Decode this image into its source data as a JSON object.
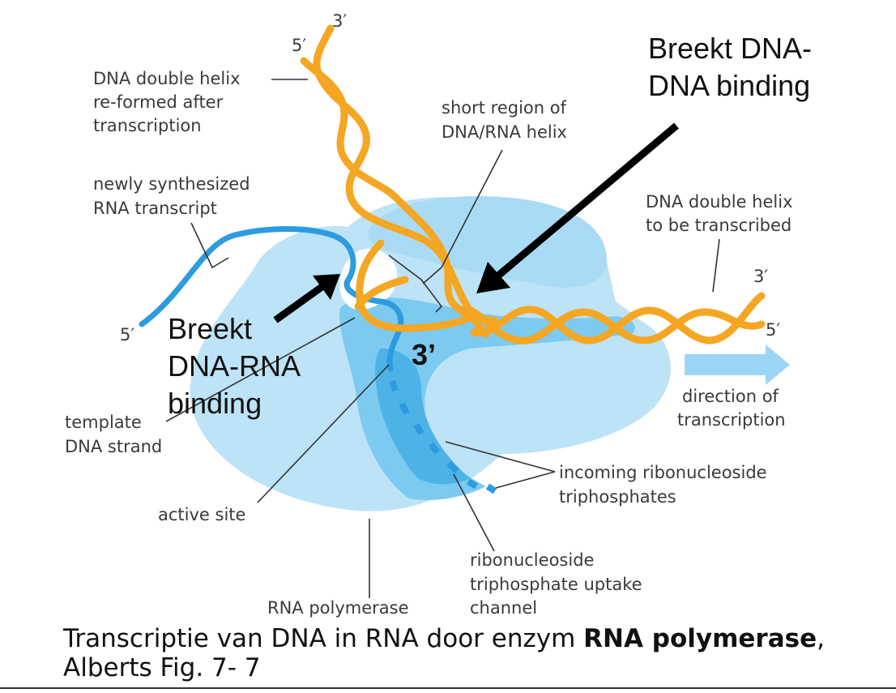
{
  "labels": {
    "dna_reformed": [
      "DNA double helix",
      "re-formed after",
      "transcription"
    ],
    "new_rna": [
      "newly synthesized",
      "RNA transcript"
    ],
    "short_region": [
      "short region of",
      "DNA/RNA helix"
    ],
    "dna_to_transcribe": [
      "DNA double helix",
      "to be transcribed"
    ],
    "direction": [
      "direction of",
      "transcription"
    ],
    "template": [
      "template",
      "DNA strand"
    ],
    "active_site": "active site",
    "incoming": [
      "incoming ribonucleoside",
      "triphosphates"
    ],
    "uptake": [
      "ribonucleoside",
      "triphosphate uptake",
      "channel"
    ],
    "rna_polymerase": "RNA polymerase",
    "end_top_3": "3′",
    "end_top_5": "5′",
    "end_right_3": "3′",
    "end_right_5": "5′",
    "end_rna_5": "5′"
  },
  "annotations": {
    "breaks_dna_dna": [
      "Breekt DNA-",
      "DNA binding"
    ],
    "breaks_dna_rna": [
      "Breekt",
      "DNA-RNA",
      "binding"
    ],
    "rna_3prime": "3’"
  },
  "caption": {
    "text_before": "Transcriptie van DNA in RNA door enzym ",
    "bold": "RNA polymerase",
    "after": ",",
    "line2": "Alberts Fig. 7- 7"
  },
  "colors": {
    "dna": "#f5a623",
    "rna": "#2d9be0",
    "polymerase_light": "#bde3f7",
    "polymerase_mid": "#8fd0f2",
    "polymerase_dark": "#5cbcec"
  }
}
